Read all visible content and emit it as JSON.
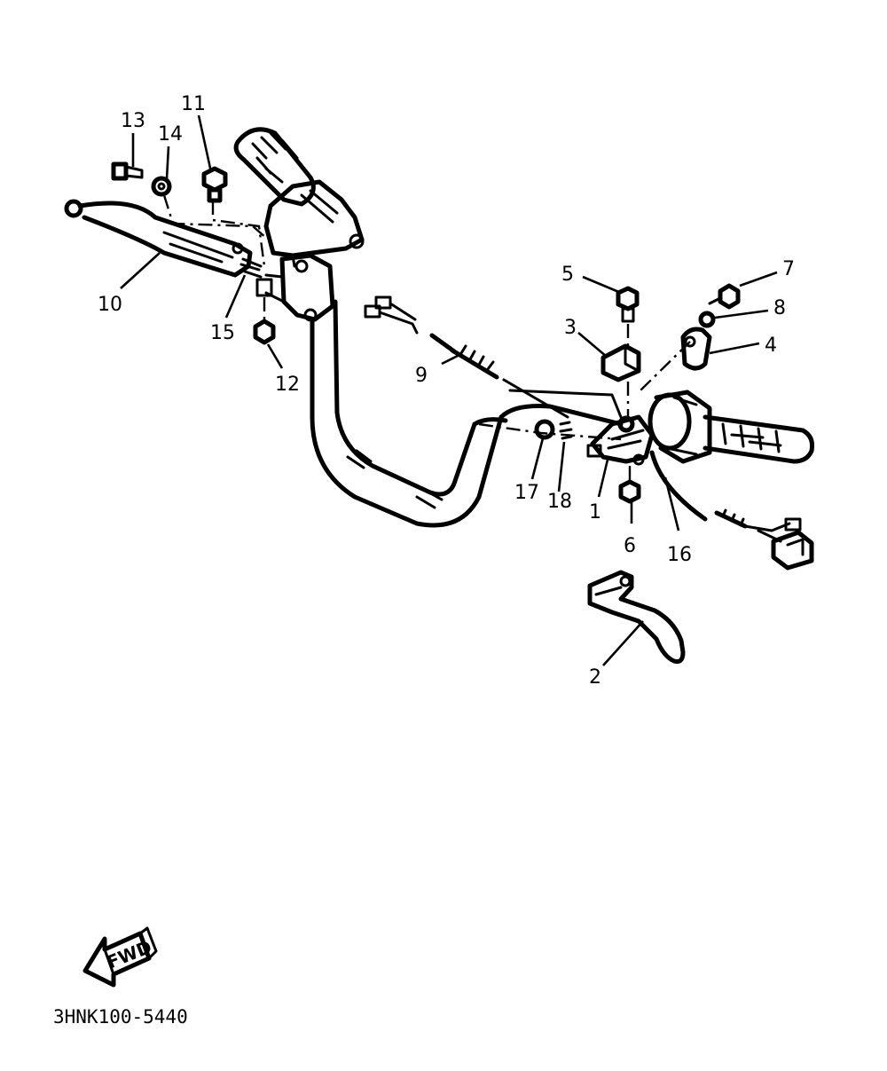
{
  "diagram": {
    "callouts": [
      {
        "id": "1",
        "text": "1"
      },
      {
        "id": "2",
        "text": "2"
      },
      {
        "id": "3",
        "text": "3"
      },
      {
        "id": "4",
        "text": "4"
      },
      {
        "id": "5",
        "text": "5"
      },
      {
        "id": "6",
        "text": "6"
      },
      {
        "id": "7",
        "text": "7"
      },
      {
        "id": "8",
        "text": "8"
      },
      {
        "id": "9",
        "text": "9"
      },
      {
        "id": "10",
        "text": "10"
      },
      {
        "id": "11",
        "text": "11"
      },
      {
        "id": "12",
        "text": "12"
      },
      {
        "id": "13",
        "text": "13"
      },
      {
        "id": "14",
        "text": "14"
      },
      {
        "id": "15",
        "text": "15"
      },
      {
        "id": "16",
        "text": "16"
      },
      {
        "id": "17",
        "text": "17"
      },
      {
        "id": "18",
        "text": "18"
      }
    ],
    "direction_arrow": {
      "label": "FWD",
      "icon": "fwd-arrow-icon"
    },
    "drawing_code": "3HNK100-5440"
  }
}
